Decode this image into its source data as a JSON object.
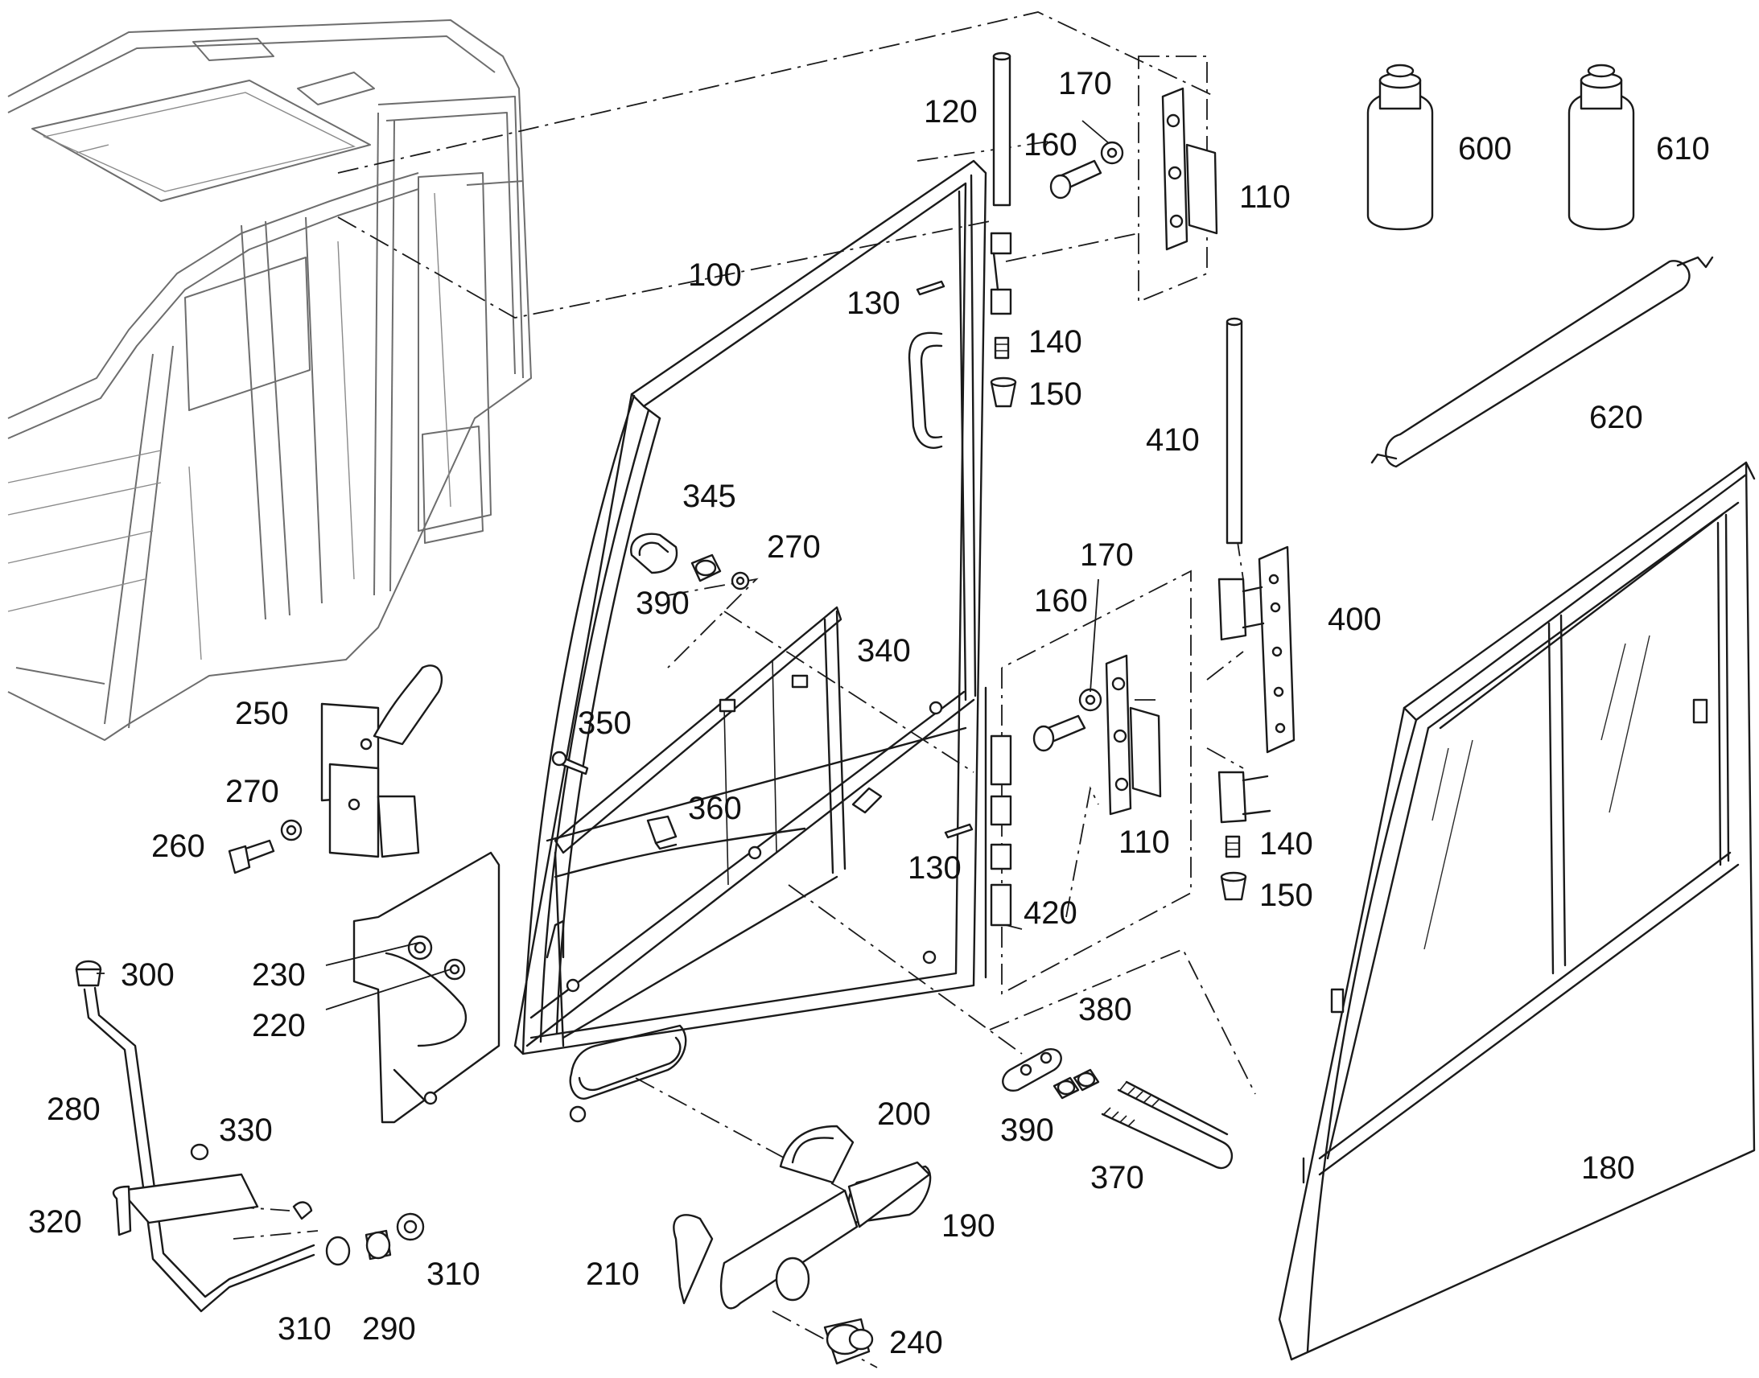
{
  "labels": {
    "p100": "100",
    "p110a": "110",
    "p110b": "110",
    "p120": "120",
    "p130a": "130",
    "p130b": "130",
    "p140a": "140",
    "p140b": "140",
    "p150a": "150",
    "p150b": "150",
    "p160a": "160",
    "p160b": "160",
    "p170a": "170",
    "p170b": "170",
    "p180": "180",
    "p190": "190",
    "p200": "200",
    "p210": "210",
    "p220": "220",
    "p230": "230",
    "p240": "240",
    "p250": "250",
    "p260": "260",
    "p270a": "270",
    "p270b": "270",
    "p280": "280",
    "p290": "290",
    "p300": "300",
    "p310a": "310",
    "p310b": "310",
    "p320": "320",
    "p330": "330",
    "p340": "340",
    "p345": "345",
    "p350": "350",
    "p360": "360",
    "p370": "370",
    "p380": "380",
    "p390a": "390",
    "p390b": "390",
    "p400": "400",
    "p410": "410",
    "p420": "420",
    "p600": "600",
    "p610": "610",
    "p620": "620"
  }
}
